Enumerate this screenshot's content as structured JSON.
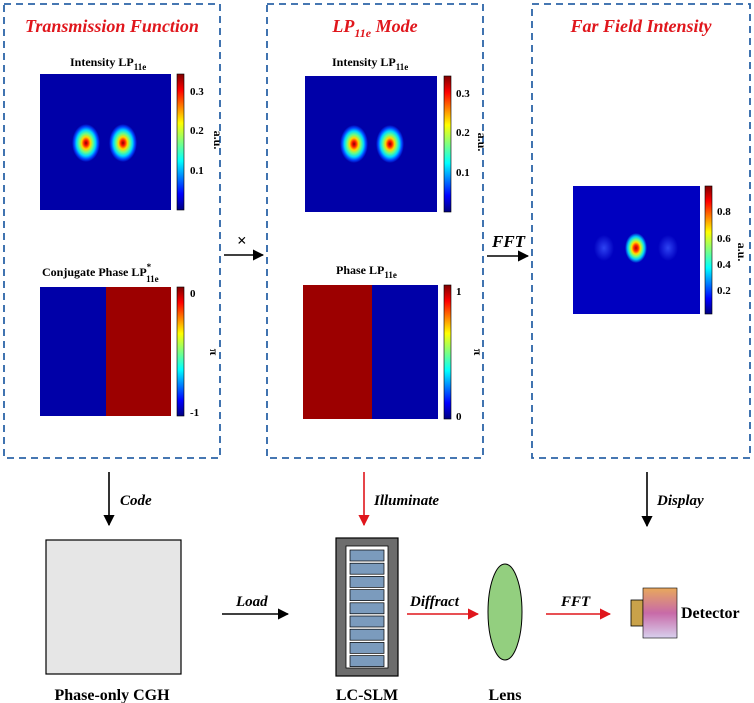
{
  "panels": {
    "transmission": {
      "title": "Transmission Function",
      "intensity_label": "Intensity LP",
      "intensity_sub": "11e",
      "phase_label": "Conjugate Phase LP",
      "phase_sup": "*",
      "phase_sub": "11e",
      "intensity_colorbar": {
        "ticks": [
          "0.3",
          "0.2",
          "0.1"
        ],
        "unit": "a.u."
      },
      "phase_colorbar": {
        "ticks": [
          "0",
          "-1"
        ],
        "unit": "π"
      }
    },
    "mode": {
      "title_main": "LP",
      "title_sub": "11e",
      "title_rest": " Mode",
      "intensity_label": "Intensity LP",
      "intensity_sub": "11e",
      "phase_label": "Phase LP",
      "phase_sub": "11e",
      "intensity_colorbar": {
        "ticks": [
          "0.3",
          "0.2",
          "0.1"
        ],
        "unit": "a.u."
      },
      "phase_colorbar": {
        "ticks": [
          "1",
          "0"
        ],
        "unit": "π"
      }
    },
    "farfield": {
      "title": "Far Field Intensity",
      "colorbar": {
        "ticks": [
          "0.8",
          "0.6",
          "0.4",
          "0.2"
        ],
        "unit": "a.u."
      }
    }
  },
  "edges": {
    "multiply": "×",
    "fft_top": "FFT",
    "code": "Code",
    "illuminate": "Illuminate",
    "display": "Display",
    "load": "Load",
    "diffract": "Diffract",
    "fft_bottom": "FFT"
  },
  "components": {
    "cgh": "Phase-only CGH",
    "slm": "LC-SLM",
    "lens": "Lens",
    "detector": "Detector"
  },
  "colors": {
    "panel_border": "#2c64a8",
    "title_red": "#e0161c",
    "field_blue": "#0000a8",
    "phase_red": "#9c0000",
    "arrow_red": "#e0161c",
    "lens_green": "#93cf7f",
    "slm_frame": "#6d6d6d",
    "slm_cell": "#7b9bbd",
    "cgh_fill": "#e6e6e6"
  }
}
